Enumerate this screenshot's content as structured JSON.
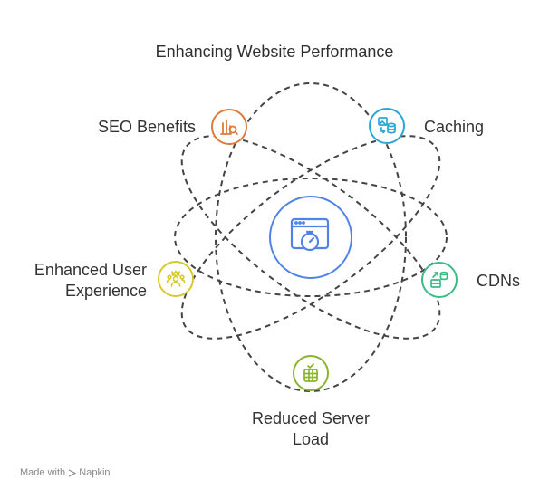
{
  "title": "Enhancing Website Performance",
  "center": {
    "icon": "browser-stopwatch-icon",
    "color": "#4f83e6"
  },
  "nodes": [
    {
      "id": "seo",
      "label": "SEO Benefits",
      "icon": "bar-chart-magnifier-icon",
      "color": "#e07b39"
    },
    {
      "id": "caching",
      "label": "Caching",
      "icon": "image-database-icon",
      "color": "#2aa7d6"
    },
    {
      "id": "cdns",
      "label": "CDNs",
      "icon": "server-network-icon",
      "color": "#3dbb84"
    },
    {
      "id": "server",
      "label_line1": "Reduced Server",
      "label_line2": "Load",
      "icon": "server-check-icon",
      "color": "#8ab52b"
    },
    {
      "id": "ux",
      "label_line1": "Enhanced User",
      "label_line2": "Experience",
      "icon": "users-crown-icon",
      "color": "#d8c92a"
    }
  ],
  "footer": {
    "prefix": "Made with",
    "brand": "Napkin"
  }
}
